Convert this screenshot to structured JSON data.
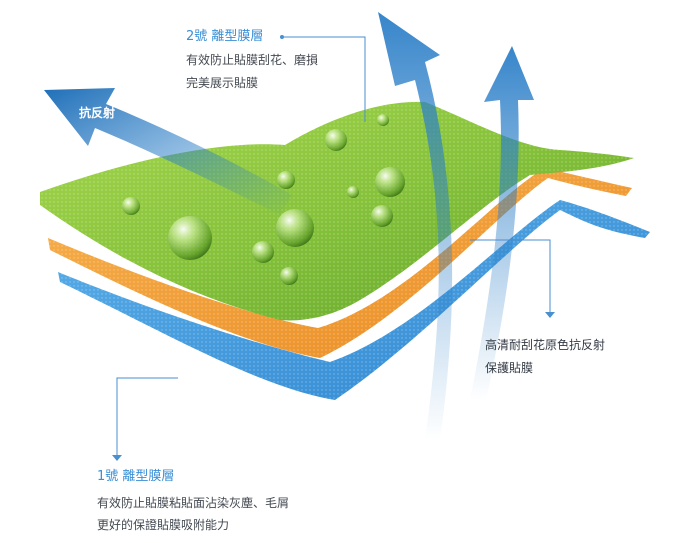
{
  "arrow_label": "抗反射",
  "top_callout": {
    "title": "2號 離型膜層",
    "lines": [
      "有效防止貼膜刮花、磨損",
      "完美展示貼膜"
    ]
  },
  "right_callout": {
    "lines": [
      "高清耐刮花原色抗反射",
      "保護貼膜"
    ]
  },
  "bottom_callout": {
    "title": "1號 離型膜層",
    "lines": [
      "有效防止貼膜粘貼面沾染灰塵、毛屑",
      "更好的保證貼膜吸附能力"
    ]
  },
  "colors": {
    "green_layer": "#8cc63f",
    "orange_layer": "#f4a43c",
    "blue_layer": "#4a9fe0",
    "arrow_blue": "#2c7fc8",
    "callout_line": "#4a8fd0"
  }
}
